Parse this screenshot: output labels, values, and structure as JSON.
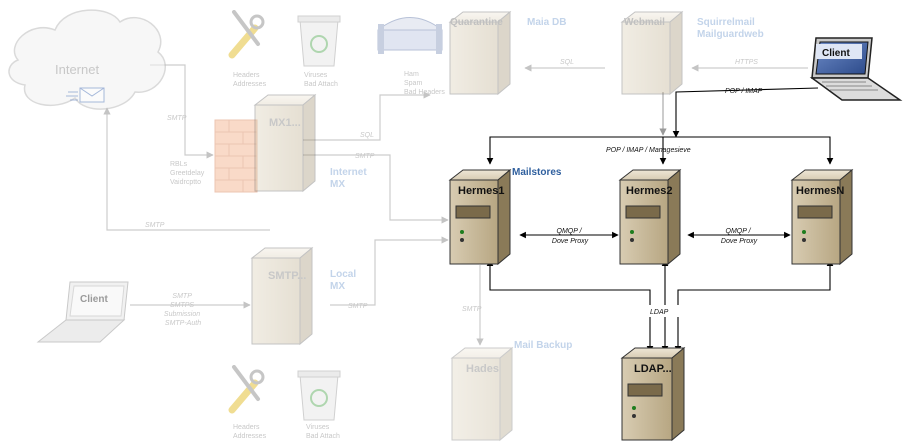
{
  "left": {
    "internet": "Internet",
    "smtp_internet": "SMTP",
    "rbl_lines": [
      "RBLs",
      "Greetdelay",
      "Vaidrcptto"
    ],
    "mx_server": "MX1...",
    "internet_mx": [
      "Internet",
      "MX"
    ],
    "sql_mx": "SQL",
    "smtp_mx": "SMTP",
    "tools_top": [
      "Headers",
      "Addresses"
    ],
    "virus_top": [
      "Viruses",
      "Bad Attach"
    ],
    "smtp_back": "SMTP",
    "client": "Client",
    "client_protocols": [
      "SMTP",
      "SMTPS",
      "Submission",
      "SMTP-Auth"
    ],
    "smtp_server": "SMTP...",
    "local_mx": [
      "Local",
      "MX"
    ],
    "smtp_local": "SMTP",
    "tools_bottom": [
      "Headers",
      "Addresses"
    ],
    "virus_bottom": [
      "Viruses",
      "Bad Attach"
    ]
  },
  "top": {
    "quarantine": "Quarantine",
    "maia": "Maia DB",
    "quarantine_items": [
      "Ham",
      "Spam",
      "Bad Headers"
    ],
    "sql_web": "SQL",
    "webmail": "Webmail",
    "webmail_apps": [
      "Squirrelmail",
      "Mailguardweb"
    ],
    "https": "HTTPS",
    "client": "Client",
    "pop_imap": "POP / IMAP"
  },
  "core": {
    "pop_imap_sieve": "POP / IMAP / Managesieve",
    "mailstores": "Mailstores",
    "hermes": [
      "Hermes1",
      "Hermes2",
      "HermesN"
    ],
    "qmqp": [
      "QMQP /",
      "Dove Proxy"
    ],
    "smtp_backup": "SMTP",
    "mail_backup": "Mail Backup",
    "hades": "Hades",
    "ldap_link": "LDAP",
    "ldap_server": "LDAP..."
  }
}
